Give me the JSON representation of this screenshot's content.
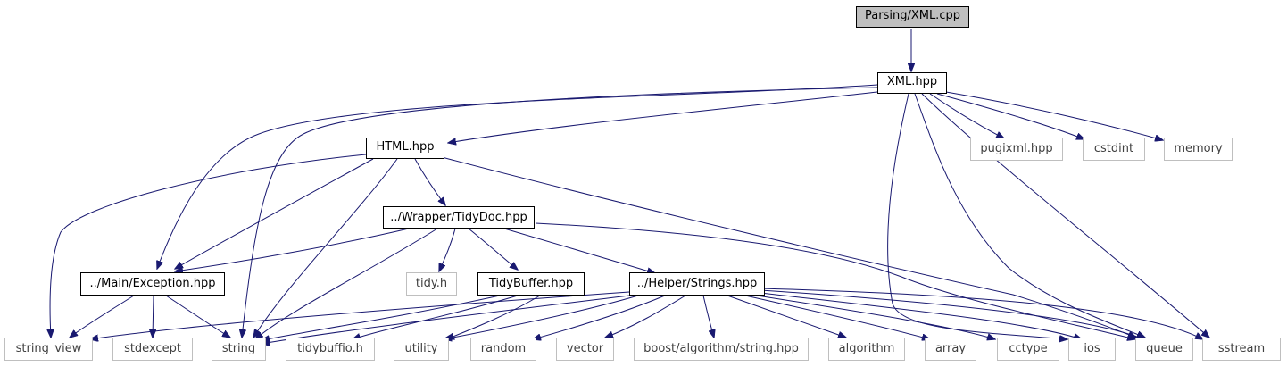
{
  "colors": {
    "edge": "#191970",
    "root_fill": "#bfbfbf",
    "external_border": "#bfbfbf",
    "local_border": "#000000"
  },
  "nodes": {
    "parsing_xml_cpp": "Parsing/XML.cpp",
    "xml_hpp": "XML.hpp",
    "html_hpp": "HTML.hpp",
    "pugixml_hpp": "pugixml.hpp",
    "cstdint": "cstdint",
    "memory": "memory",
    "tidydoc_hpp": "../Wrapper/TidyDoc.hpp",
    "exception_hpp": "../Main/Exception.hpp",
    "tidy_h": "tidy.h",
    "tidybuffer_hpp": "TidyBuffer.hpp",
    "strings_hpp": "../Helper/Strings.hpp",
    "string_view": "string_view",
    "stdexcept": "stdexcept",
    "string": "string",
    "tidybuffio_h": "tidybuffio.h",
    "utility": "utility",
    "random": "random",
    "vector": "vector",
    "boost_string_hpp": "boost/algorithm/string.hpp",
    "algorithm": "algorithm",
    "array": "array",
    "cctype": "cctype",
    "ios": "ios",
    "queue": "queue",
    "sstream": "sstream"
  }
}
